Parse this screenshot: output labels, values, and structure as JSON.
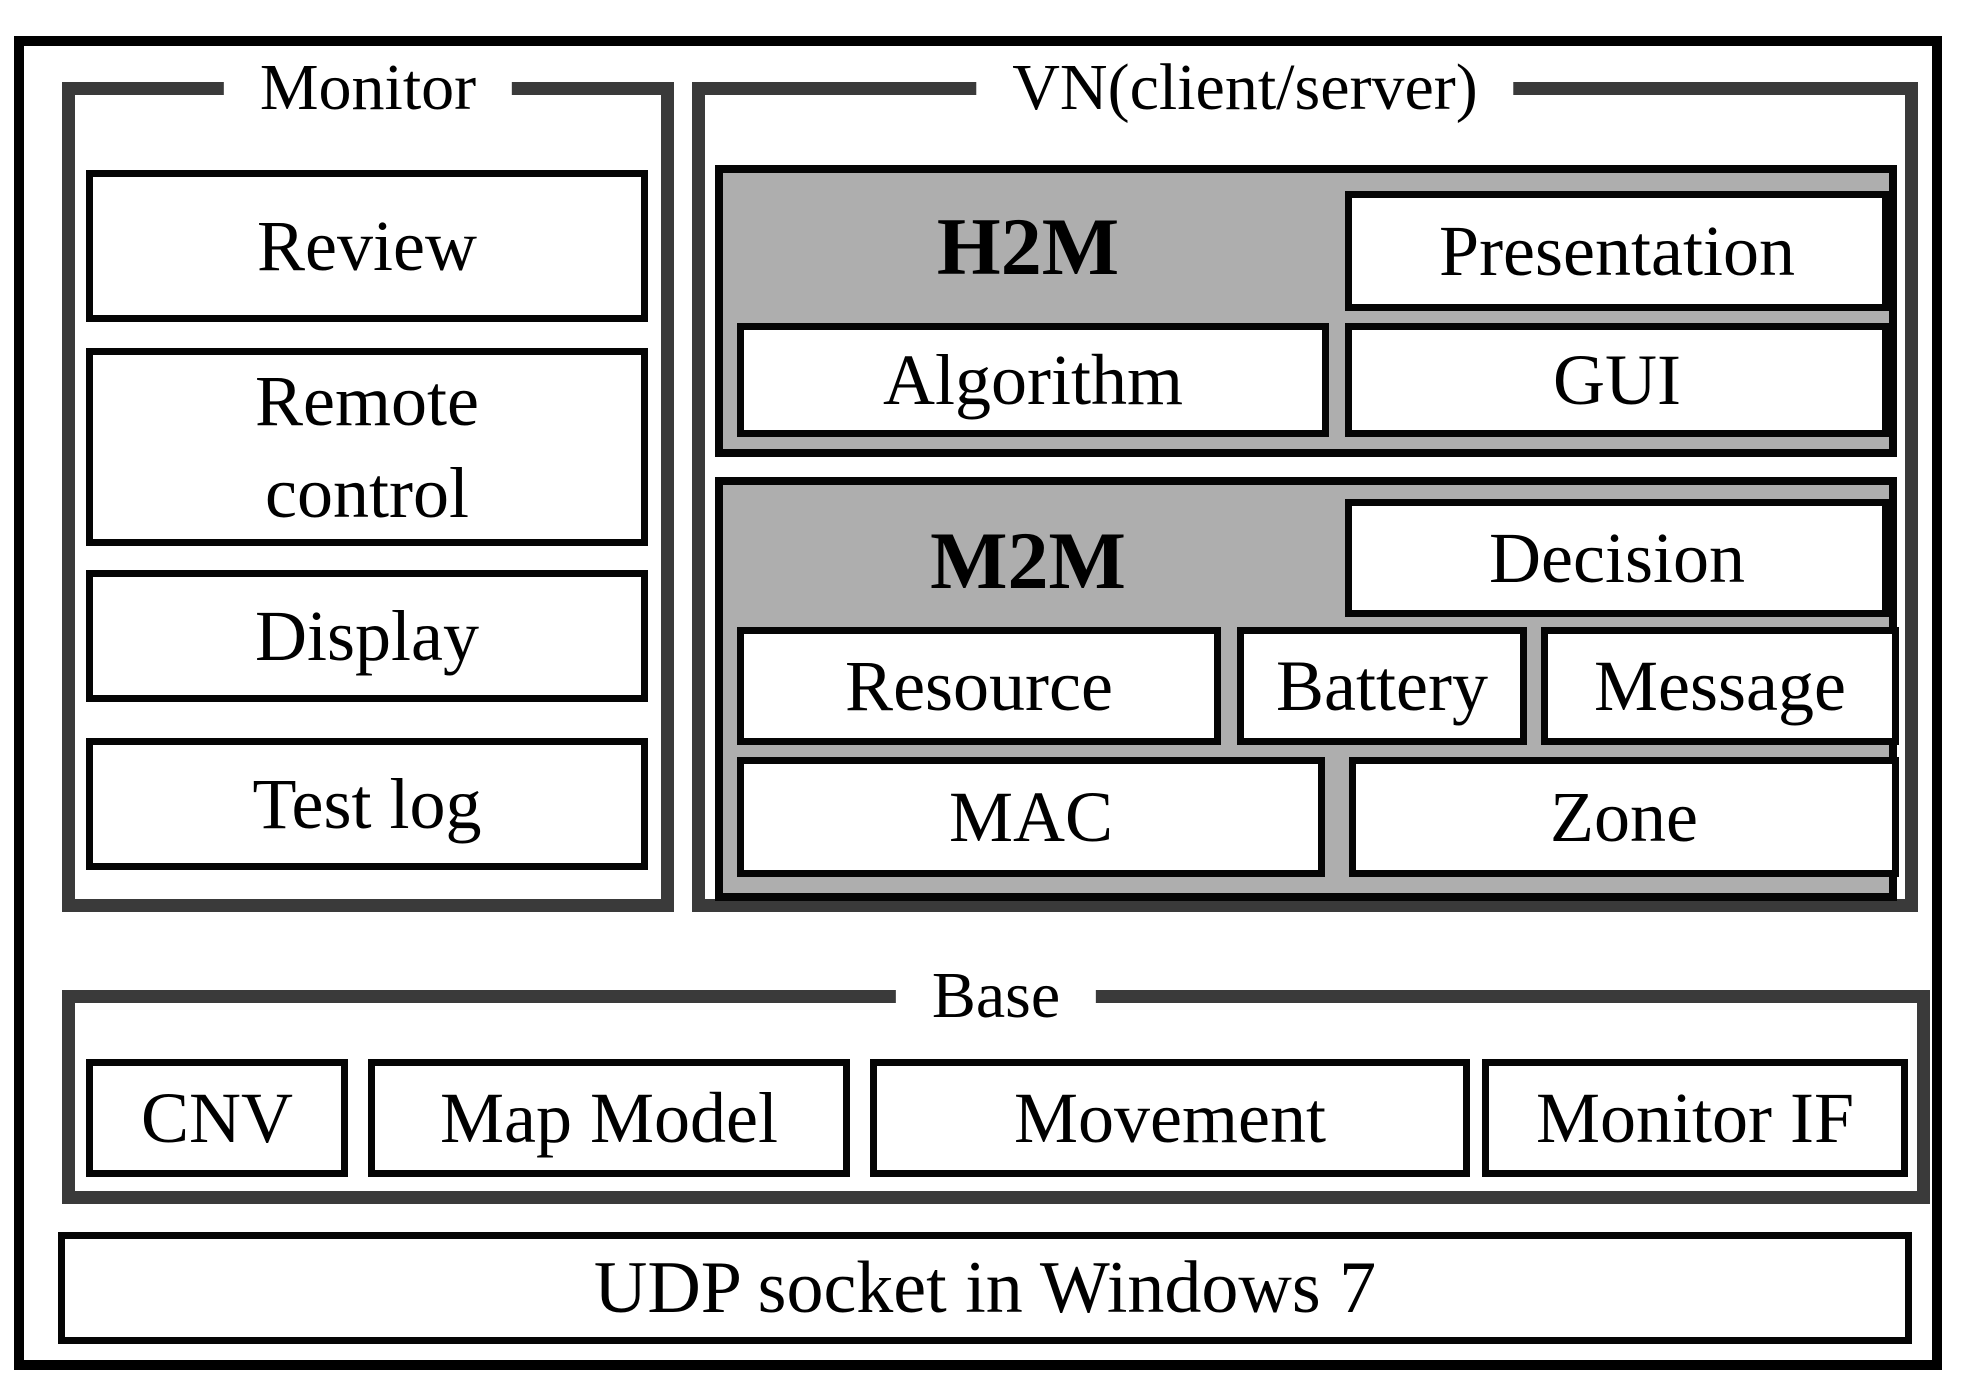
{
  "diagram": {
    "groups": {
      "monitor": {
        "label": "Monitor",
        "items": [
          "Review",
          "Remote control",
          "Display",
          "Test log"
        ]
      },
      "vn": {
        "label": "VN(client/server)",
        "h2m": {
          "title": "H2M",
          "presentation": "Presentation",
          "algorithm": "Algorithm",
          "gui": "GUI"
        },
        "m2m": {
          "title": "M2M",
          "decision": "Decision",
          "resource": "Resource",
          "battery": "Battery",
          "message": "Message",
          "mac": "MAC",
          "zone": "Zone"
        }
      },
      "base": {
        "label": "Base",
        "items": [
          "CNV",
          "Map Model",
          "Movement",
          "Monitor IF"
        ]
      }
    },
    "bottom_bar": "UDP socket in Windows 7",
    "colors": {
      "panel_gray": "#aeaeae",
      "group_border": "#3a3a3a",
      "box_border": "#050505",
      "outer_border": "#000000"
    }
  }
}
